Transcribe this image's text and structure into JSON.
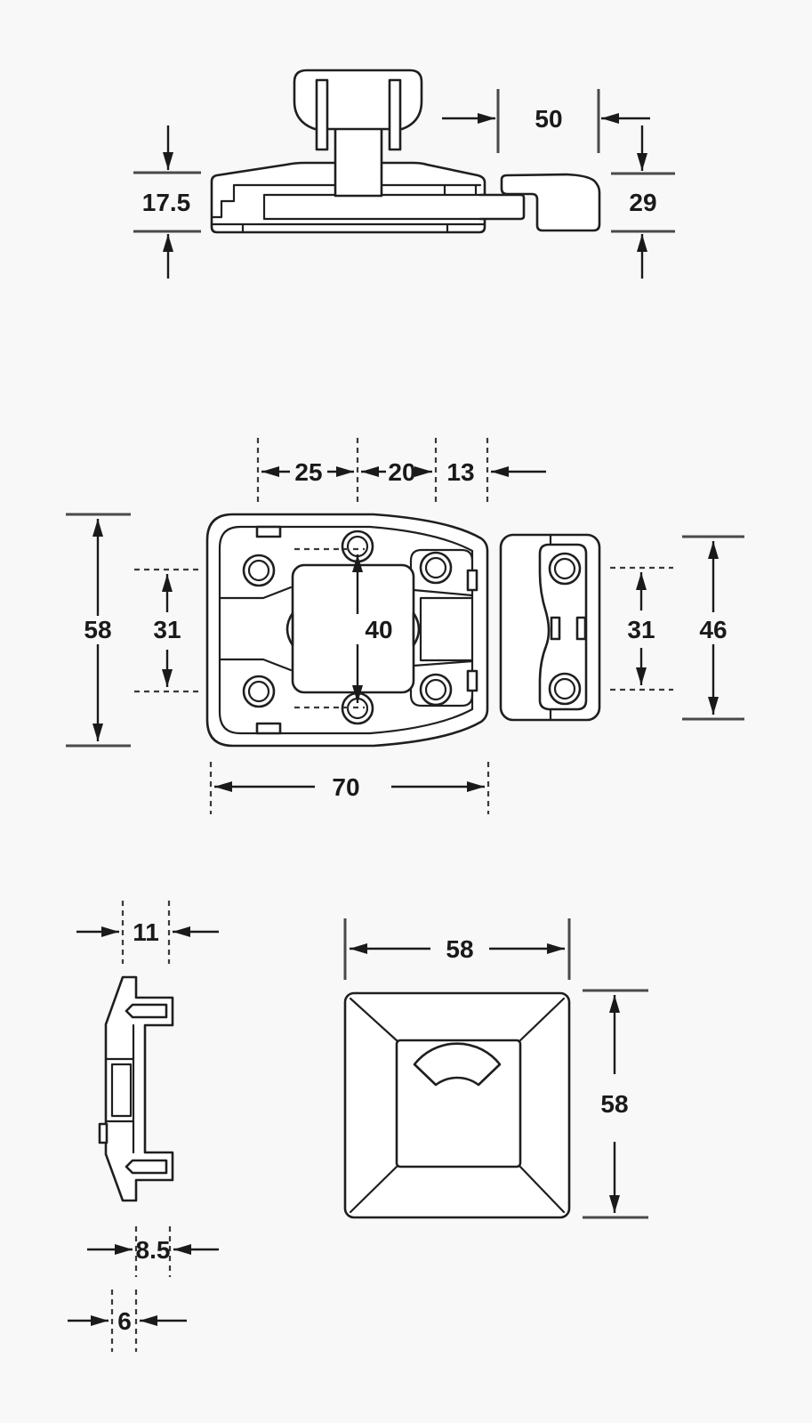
{
  "document": {
    "type": "technical-drawing",
    "subject": "surface-mounted latch catch with keeper",
    "palette": {
      "background": "#f8f8f8",
      "line": "#1f1f1f",
      "text": "#1a1a1a"
    }
  },
  "views": {
    "side_elevation": {
      "label": "side elevation of latch body with keeper",
      "dims": {
        "base_height": "17.5",
        "keeper_width": "50",
        "keeper_height": "29"
      }
    },
    "plan": {
      "label": "plan view of latch body and keeper",
      "dims": {
        "hole_pitch_left": "25",
        "hole_pitch_right": "20",
        "edge_offset": "13",
        "body_length": "58",
        "body_hole_pitch": "31",
        "centre_slot_length": "40",
        "keeper_hole_pitch": "31",
        "keeper_length": "46",
        "body_width": "70"
      }
    },
    "keeper_profile": {
      "label": "keeper side profile",
      "dims": {
        "overall_depth": "11",
        "flange_depth": "8.5",
        "plate_depth": "6"
      }
    },
    "button_face": {
      "label": "push-button front face",
      "dims": {
        "width": "58",
        "height": "58"
      }
    }
  }
}
